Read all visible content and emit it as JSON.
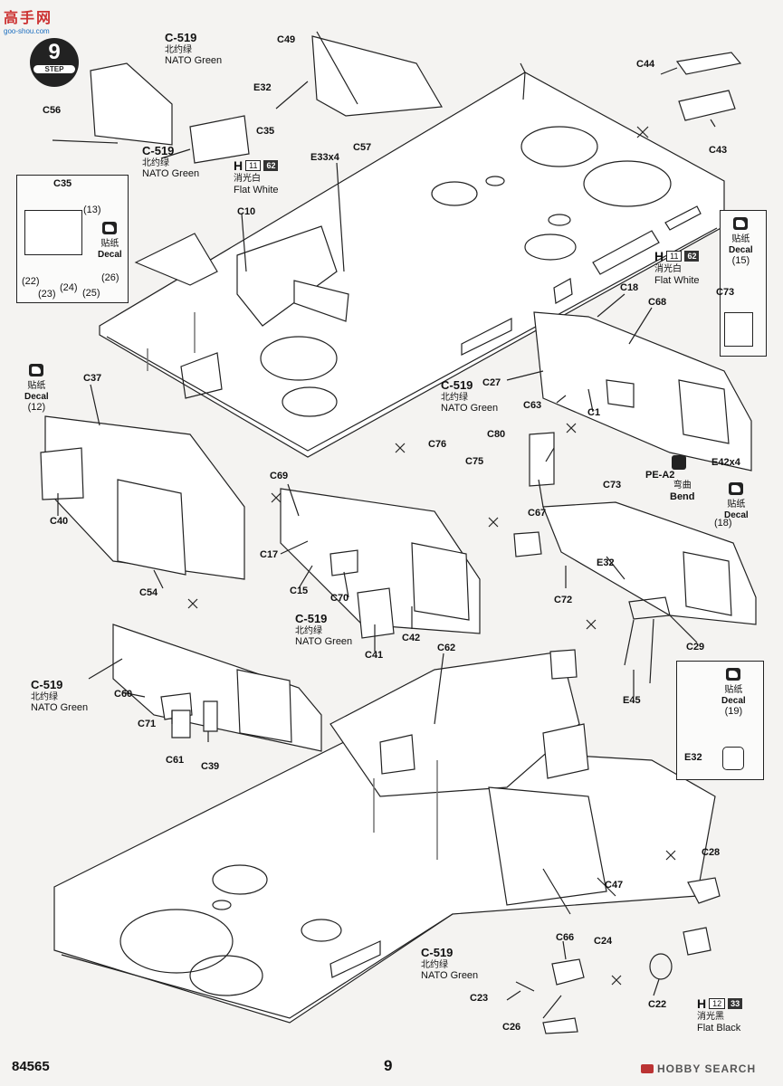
{
  "watermark": {
    "text": "高手网",
    "url": "goo-shou.com"
  },
  "step": {
    "number": "9",
    "label": "STEP"
  },
  "footer": {
    "code": "84565",
    "page": "9",
    "brand": "HOBBY SEARCH"
  },
  "paints": {
    "green_code": "C-519",
    "green_zh": "北约绿",
    "green_en": "NATO Green",
    "white_h": "H",
    "white_n1": "11",
    "white_n2": "62",
    "white_zh": "消光白",
    "white_en": "Flat White",
    "black_h": "H",
    "black_n1": "12",
    "black_n2": "33",
    "black_zh": "消光黑",
    "black_en": "Flat Black"
  },
  "decal": {
    "zh": "贴纸",
    "en": "Decal"
  },
  "bend": {
    "part": "PE-A2",
    "zh": "弯曲",
    "en": "Bend"
  },
  "inset_c35": {
    "part": "C35",
    "nums": [
      "(13)",
      "(22)",
      "(23)",
      "(24)",
      "(25)",
      "(26)"
    ]
  },
  "decal_nums": {
    "d15": "(15)",
    "d12": "(12)",
    "d18": "(18)",
    "d19": "(19)"
  },
  "parts": {
    "C56": "C56",
    "C49": "C49",
    "E32a": "E32",
    "C35": "C35",
    "C57": "C57",
    "E33x4": "E33x4",
    "C10": "C10",
    "C44": "C44",
    "C43": "C43",
    "C73a": "C73",
    "C18": "C18",
    "C68": "C68",
    "C27": "C27",
    "C63": "C63",
    "C1": "C1",
    "C80": "C80",
    "C37": "C37",
    "C76": "C76",
    "C75": "C75",
    "C73b": "C73",
    "E42x4": "E42x4",
    "C40": "C40",
    "C69": "C69",
    "C67": "C67",
    "C17": "C17",
    "C54": "C54",
    "C15": "C15",
    "C70": "C70",
    "C72": "C72",
    "E32b": "E32",
    "C41": "C41",
    "C42": "C42",
    "C29": "C29",
    "C62": "C62",
    "C60": "C60",
    "C71": "C71",
    "C61": "C61",
    "C39": "C39",
    "E45": "E45",
    "E32c": "E32",
    "C28": "C28",
    "C47": "C47",
    "C66": "C66",
    "C24": "C24",
    "C23": "C23",
    "C26": "C26",
    "C22": "C22"
  }
}
